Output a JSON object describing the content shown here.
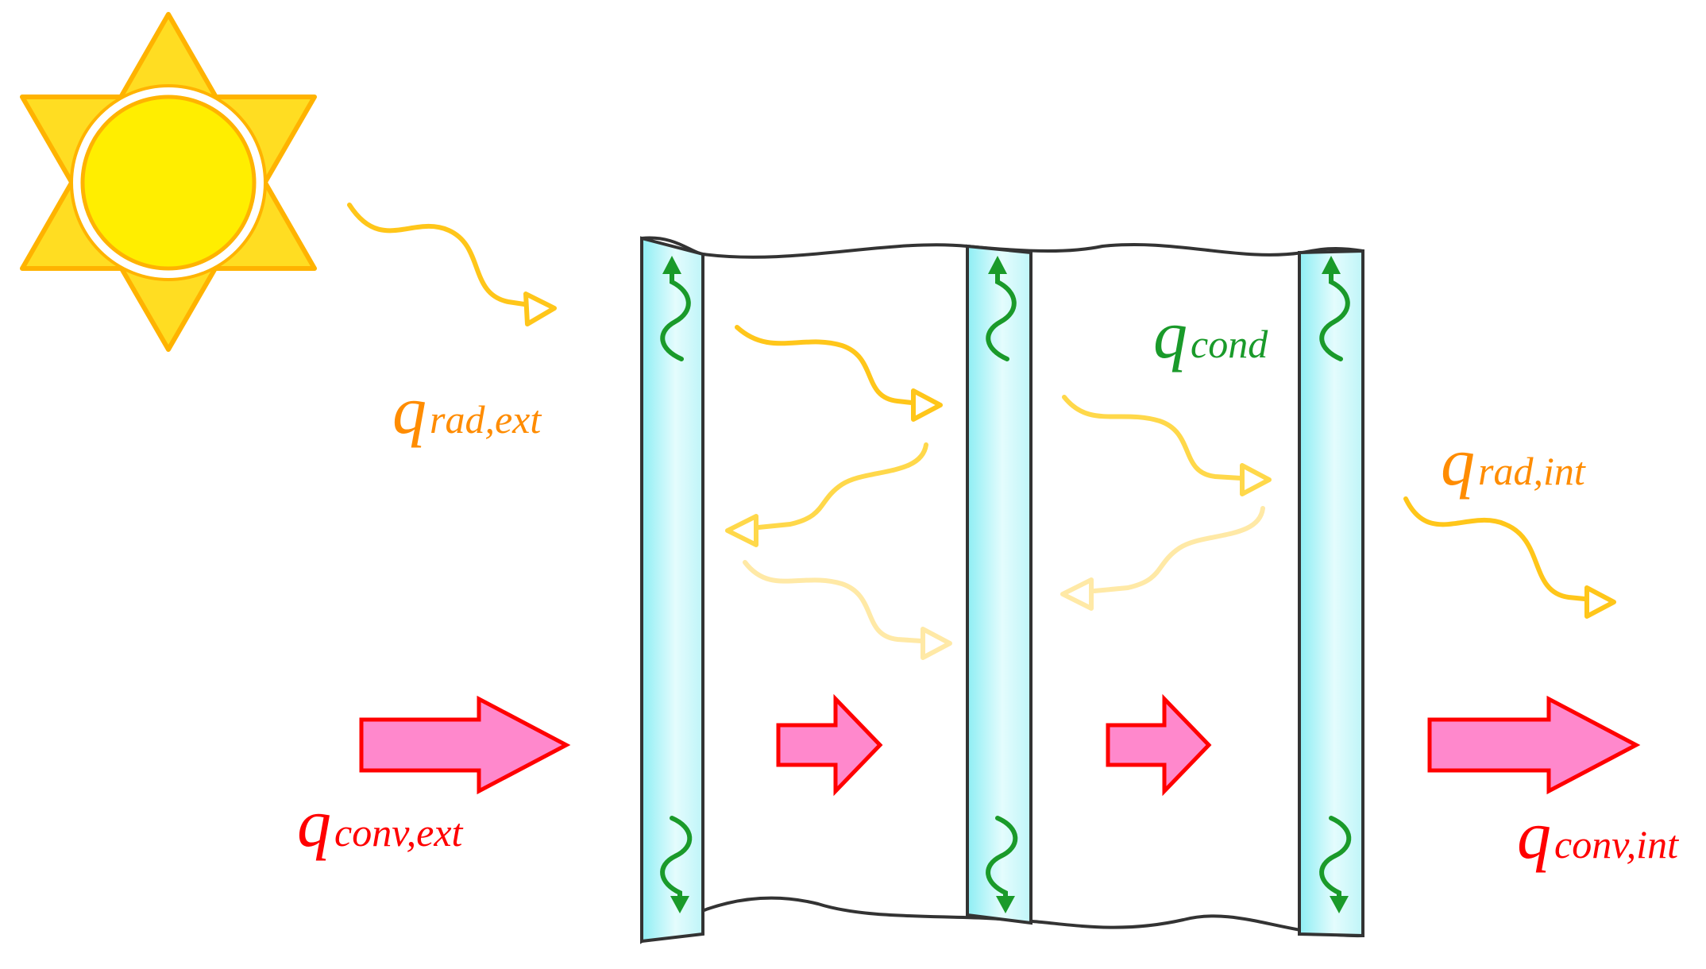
{
  "labels": {
    "rad_ext": {
      "q": "q",
      "sub": "rad,ext"
    },
    "rad_int": {
      "q": "q",
      "sub": "rad,int"
    },
    "cond": {
      "q": "q",
      "sub": "cond"
    },
    "conv_ext": {
      "q": "q",
      "sub": "conv,ext"
    },
    "conv_int": {
      "q": "q",
      "sub": "conv,int"
    }
  },
  "colors": {
    "radiation": "#ffc61a",
    "radiation_label": "#ff8c00",
    "conduction": "#1a9a2a",
    "convection_fill": "#ff88cc",
    "convection_stroke": "#ff0000",
    "convection_label": "#ff0000",
    "glass": "#b8f4f8",
    "sun": "#ffee00",
    "sun_rays": "#ffdd22"
  },
  "icons": [
    "sun-icon",
    "radiation-wave-arrow",
    "conduction-wave-arrow",
    "convection-block-arrow"
  ]
}
